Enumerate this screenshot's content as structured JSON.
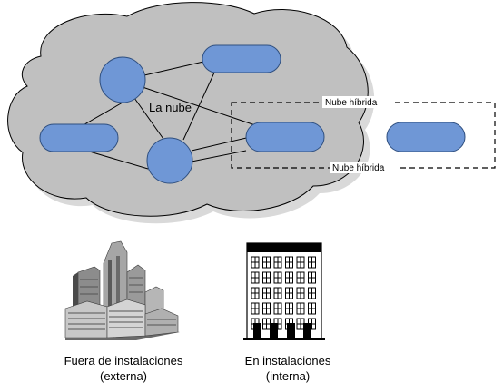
{
  "diagram": {
    "cloud_label": "La nube",
    "hybrid_label_top": "Nube híbrida",
    "hybrid_label_bottom": "Nube híbrida",
    "offsite": {
      "line1": "Fuera de instalaciones",
      "line2": "(externa)"
    },
    "onsite": {
      "line1": "En instalaciones",
      "line2": "(interna)"
    }
  },
  "colors": {
    "cloud_fill": "#c0c0c0",
    "cloud_shadow": "#d9d9d9",
    "node_fill": "#6f97d6",
    "node_stroke": "#2f4f7f",
    "line": "#000000"
  }
}
